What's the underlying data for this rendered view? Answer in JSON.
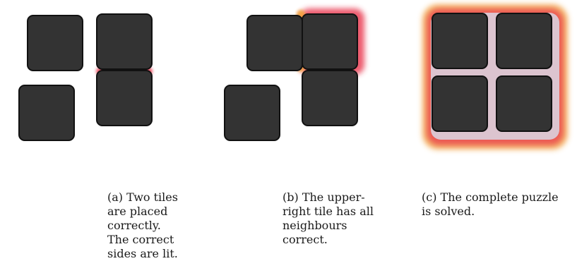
{
  "figure": {
    "panels": [
      {
        "id": "a",
        "caption": "(a) Two tiles are placed correctly. The correct sides are lit."
      },
      {
        "id": "b",
        "caption": "(b) The upper-right tile has all neighbours correct."
      },
      {
        "id": "c",
        "caption": "(c) The complete puzzle is solved."
      }
    ]
  },
  "colors": {
    "tile": "#333333",
    "tile_border": "#111111",
    "sail_orange": "#F39432",
    "sail_yellow": "#F8C02C",
    "hull_teal": "#0F8DB0",
    "glow_red": "#E8304A",
    "glow_orange": "#F2A23A"
  }
}
